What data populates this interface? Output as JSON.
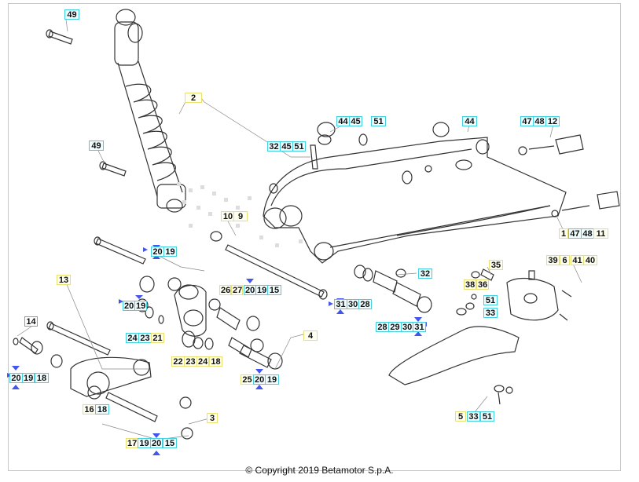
{
  "copyright": "© Copyright 2019 Betamotor S.p.A.",
  "colors": {
    "callout_border_yellow": "#e8e070",
    "callout_border_cyan": "#40d0e0",
    "lubrication_marker": "#4455ee",
    "line_art": "#333333"
  },
  "callouts": [
    {
      "id": "c49a",
      "label": "49",
      "style": "c"
    },
    {
      "id": "c2",
      "label": "2",
      "style": "y"
    },
    {
      "id": "c49b",
      "label": "49",
      "style": "c"
    },
    {
      "id": "c10",
      "label": "10",
      "style": "y"
    },
    {
      "id": "c9",
      "label": "9",
      "style": "y"
    },
    {
      "id": "c32a",
      "label": "32",
      "style": "c"
    },
    {
      "id": "c45a",
      "label": "45",
      "style": "c"
    },
    {
      "id": "c51a",
      "label": "51",
      "style": "c"
    },
    {
      "id": "c44a",
      "label": "44",
      "style": "c"
    },
    {
      "id": "c45b",
      "label": "45",
      "style": "c"
    },
    {
      "id": "c51b",
      "label": "51",
      "style": "c"
    },
    {
      "id": "c44b",
      "label": "44",
      "style": "c"
    },
    {
      "id": "c47a",
      "label": "47",
      "style": "c"
    },
    {
      "id": "c48a",
      "label": "48",
      "style": "c"
    },
    {
      "id": "c12",
      "label": "12",
      "style": "c"
    },
    {
      "id": "c1",
      "label": "1",
      "style": "y"
    },
    {
      "id": "c47b",
      "label": "47",
      "style": "c"
    },
    {
      "id": "c48b",
      "label": "48",
      "style": "c"
    },
    {
      "id": "c11",
      "label": "11",
      "style": "y"
    },
    {
      "id": "c20a",
      "label": "20",
      "style": "c"
    },
    {
      "id": "c19a",
      "label": "19",
      "style": "c"
    },
    {
      "id": "c13",
      "label": "13",
      "style": "y"
    },
    {
      "id": "c20b",
      "label": "20",
      "style": "c"
    },
    {
      "id": "c19b",
      "label": "19",
      "style": "c"
    },
    {
      "id": "c24a",
      "label": "24",
      "style": "c"
    },
    {
      "id": "c23a",
      "label": "23",
      "style": "c"
    },
    {
      "id": "c21",
      "label": "21",
      "style": "y"
    },
    {
      "id": "c26",
      "label": "26",
      "style": "y"
    },
    {
      "id": "c27",
      "label": "27",
      "style": "y"
    },
    {
      "id": "c20c",
      "label": "20",
      "style": "c"
    },
    {
      "id": "c19c",
      "label": "19",
      "style": "c"
    },
    {
      "id": "c15a",
      "label": "15",
      "style": "c"
    },
    {
      "id": "c31a",
      "label": "31",
      "style": "c"
    },
    {
      "id": "c30a",
      "label": "30",
      "style": "c"
    },
    {
      "id": "c28a",
      "label": "28",
      "style": "c"
    },
    {
      "id": "c32b",
      "label": "32",
      "style": "c"
    },
    {
      "id": "c35",
      "label": "35",
      "style": "y"
    },
    {
      "id": "c39",
      "label": "39",
      "style": "y"
    },
    {
      "id": "c6",
      "label": "6",
      "style": "y"
    },
    {
      "id": "c41",
      "label": "41",
      "style": "y"
    },
    {
      "id": "c40",
      "label": "40",
      "style": "y"
    },
    {
      "id": "c38",
      "label": "38",
      "style": "y"
    },
    {
      "id": "c36",
      "label": "36",
      "style": "y"
    },
    {
      "id": "c51c",
      "label": "51",
      "style": "c"
    },
    {
      "id": "c33a",
      "label": "33",
      "style": "c"
    },
    {
      "id": "c28b",
      "label": "28",
      "style": "c"
    },
    {
      "id": "c29",
      "label": "29",
      "style": "c"
    },
    {
      "id": "c30b",
      "label": "30",
      "style": "c"
    },
    {
      "id": "c31b",
      "label": "31",
      "style": "c"
    },
    {
      "id": "c4",
      "label": "4",
      "style": "y"
    },
    {
      "id": "c14",
      "label": "14",
      "style": "g"
    },
    {
      "id": "c22",
      "label": "22",
      "style": "y"
    },
    {
      "id": "c23b",
      "label": "23",
      "style": "y"
    },
    {
      "id": "c24b",
      "label": "24",
      "style": "y"
    },
    {
      "id": "c18a",
      "label": "18",
      "style": "y"
    },
    {
      "id": "c20d",
      "label": "20",
      "style": "c"
    },
    {
      "id": "c19d",
      "label": "19",
      "style": "c"
    },
    {
      "id": "c18b",
      "label": "18",
      "style": "c"
    },
    {
      "id": "c25",
      "label": "25",
      "style": "y"
    },
    {
      "id": "c20e",
      "label": "20",
      "style": "c"
    },
    {
      "id": "c19e",
      "label": "19",
      "style": "c"
    },
    {
      "id": "c16",
      "label": "16",
      "style": "y"
    },
    {
      "id": "c18c",
      "label": "18",
      "style": "c"
    },
    {
      "id": "c3",
      "label": "3",
      "style": "y"
    },
    {
      "id": "c17",
      "label": "17",
      "style": "y"
    },
    {
      "id": "c19f",
      "label": "19",
      "style": "c"
    },
    {
      "id": "c20f",
      "label": "20",
      "style": "c"
    },
    {
      "id": "c15b",
      "label": "15",
      "style": "c"
    },
    {
      "id": "c5",
      "label": "5",
      "style": "y"
    },
    {
      "id": "c33b",
      "label": "33",
      "style": "c"
    },
    {
      "id": "c51d",
      "label": "51",
      "style": "c"
    }
  ]
}
